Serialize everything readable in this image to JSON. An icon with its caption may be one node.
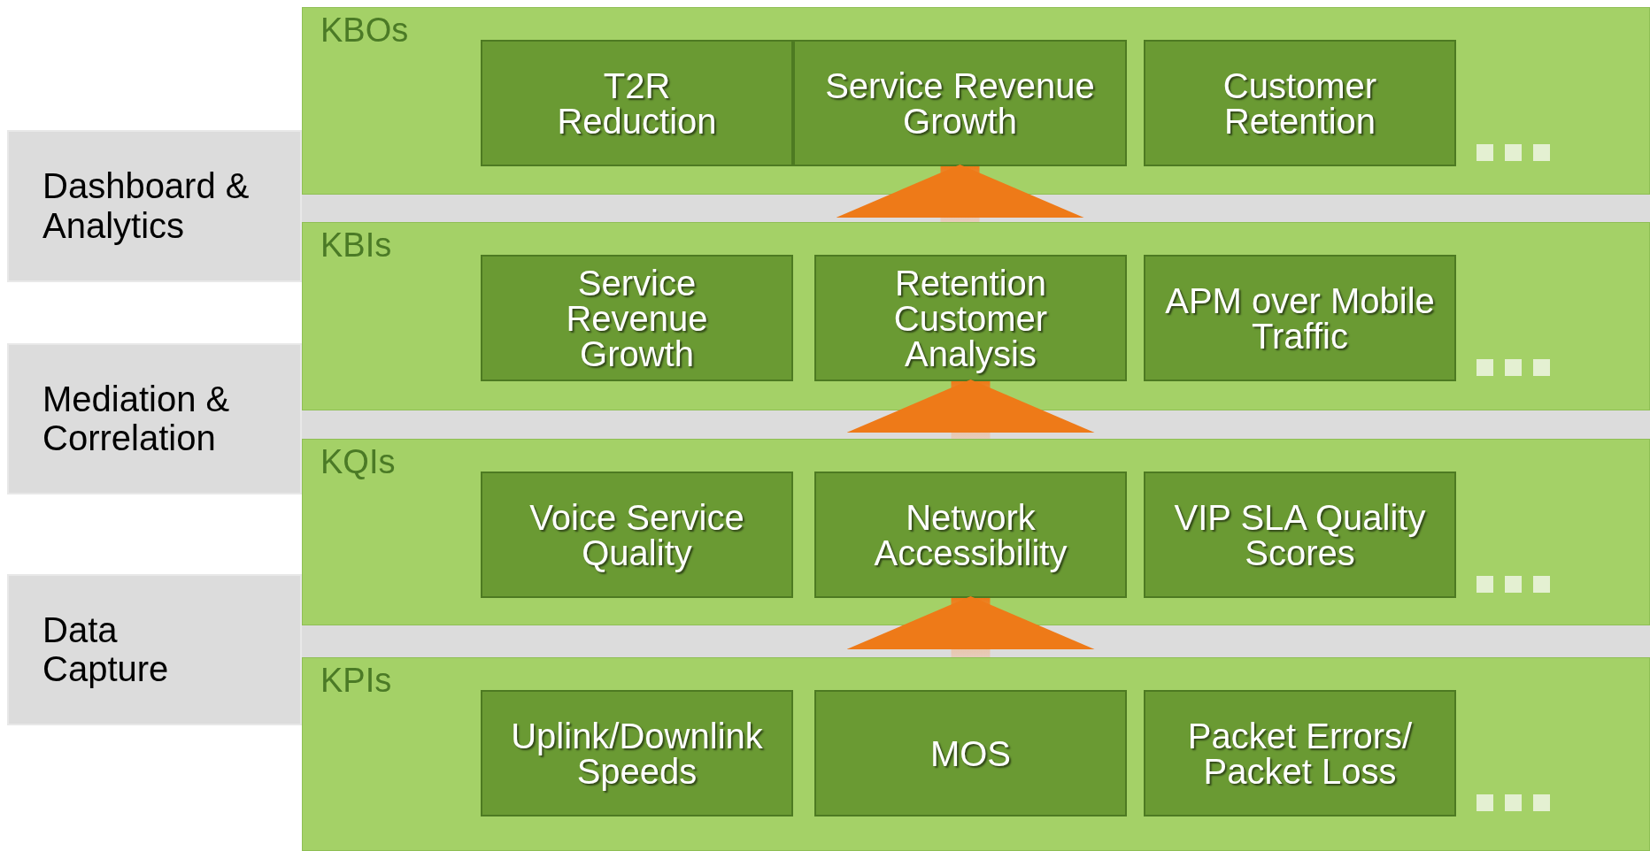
{
  "diagram": {
    "nodes": [
      {
        "text": [
          "KBOs"
        ]
      },
      {
        "text": [
          "T2R Reduction"
        ],
        "in": 0
      },
      {
        "text": [
          "Service Revenue Growth"
        ],
        "in": 0
      },
      {
        "text": [
          "Customer Retention"
        ],
        "in": 0
      },
      {
        "text": [
          "Dashboard & Analytics"
        ]
      },
      {
        "text": [
          "KBIs"
        ]
      },
      {
        "text": [
          "Service Revenue Growth"
        ],
        "in": 5
      },
      {
        "text": [
          "Retention Customer Analysis"
        ],
        "in": 5
      },
      {
        "text": [
          "APM over Mobile Traffic"
        ],
        "in": 5
      },
      {
        "text": [
          "Mediation & Correlation"
        ]
      },
      {
        "text": [
          "KQIs"
        ]
      },
      {
        "text": [
          "Voice Service Quality"
        ],
        "in": 10
      },
      {
        "text": [
          "Network Accessibility"
        ],
        "in": 10
      },
      {
        "text": [
          "VIP SLA Quality Scores"
        ],
        "in": 10
      },
      {
        "text": [
          "Data Capture"
        ]
      },
      {
        "text": [
          "KPIs"
        ]
      },
      {
        "text": [
          "Uplink/Downlink Speeds"
        ],
        "in": 15
      },
      {
        "text": [
          "MOS"
        ],
        "in": 15
      },
      {
        "text": [
          "Packet Errors/ Packet Loss"
        ],
        "in": 15
      }
    ],
    "edges": [
      {
        "from": 15,
        "to": 12,
        "arrow": "to"
      },
      {
        "from": 10,
        "to": 7,
        "arrow": "to"
      },
      {
        "from": 5,
        "to": 2,
        "arrow": "to"
      }
    ]
  }
}
